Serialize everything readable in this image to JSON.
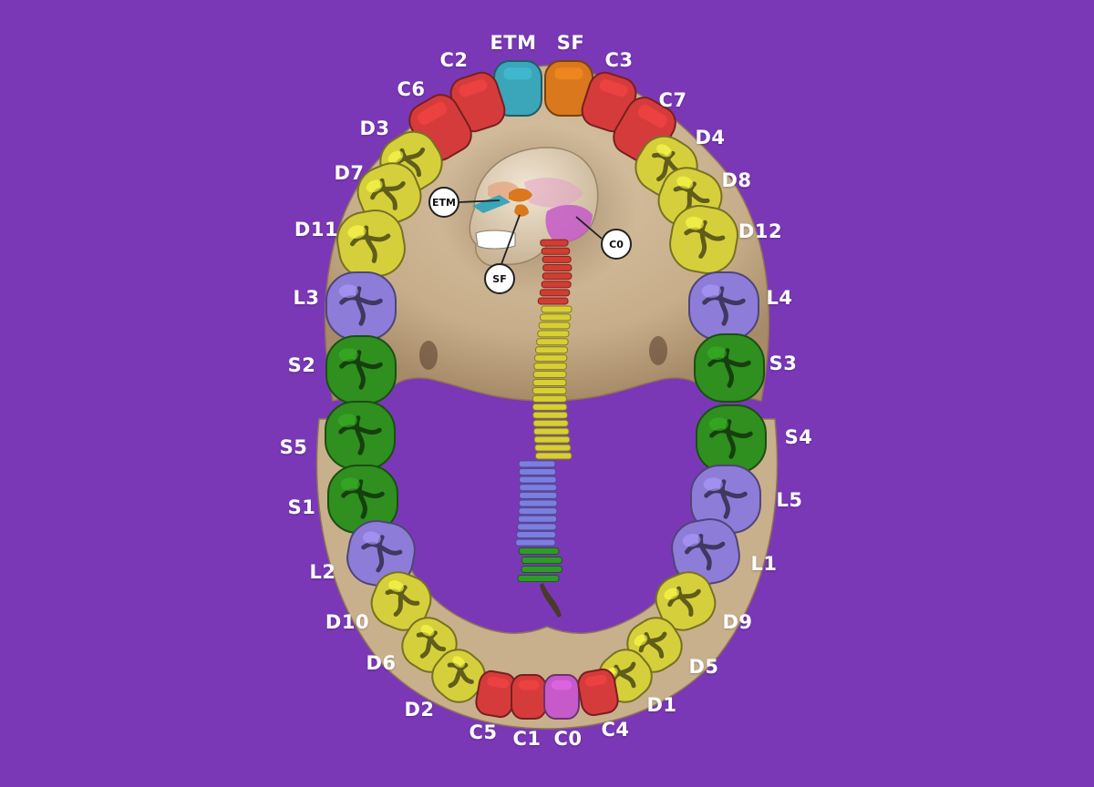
{
  "colors": {
    "background": "#7a38b7",
    "bone": "#cdb697",
    "bone_dark": "#9e8466",
    "red": "#d63b3b",
    "yellow": "#d6cf3c",
    "lavender": "#8d7dd8",
    "green": "#2f8f1f",
    "teal": "#3ba5b9",
    "orange": "#d9781c",
    "magenta": "#c65ac9",
    "spine_red": "#d23c33",
    "spine_yellow": "#d7cf34",
    "spine_blue": "#7d7ee2",
    "spine_green": "#2f9a2a"
  },
  "teeth": [
    {
      "label": "ETM",
      "color": "teal"
    },
    {
      "label": "SF",
      "color": "orange"
    },
    {
      "label": "C2",
      "color": "red"
    },
    {
      "label": "C3",
      "color": "red"
    },
    {
      "label": "C6",
      "color": "red"
    },
    {
      "label": "C7",
      "color": "red"
    },
    {
      "label": "D3",
      "color": "yellow"
    },
    {
      "label": "D4",
      "color": "yellow"
    },
    {
      "label": "D7",
      "color": "yellow"
    },
    {
      "label": "D8",
      "color": "yellow"
    },
    {
      "label": "D11",
      "color": "yellow"
    },
    {
      "label": "D12",
      "color": "yellow"
    },
    {
      "label": "L3",
      "color": "lavender"
    },
    {
      "label": "L4",
      "color": "lavender"
    },
    {
      "label": "S2",
      "color": "green"
    },
    {
      "label": "S3",
      "color": "green"
    },
    {
      "label": "S5",
      "color": "green"
    },
    {
      "label": "S4",
      "color": "green"
    },
    {
      "label": "S1",
      "color": "green"
    },
    {
      "label": "L5",
      "color": "lavender"
    },
    {
      "label": "L2",
      "color": "lavender"
    },
    {
      "label": "L1",
      "color": "lavender"
    },
    {
      "label": "D10",
      "color": "yellow"
    },
    {
      "label": "D9",
      "color": "yellow"
    },
    {
      "label": "D6",
      "color": "yellow"
    },
    {
      "label": "D5",
      "color": "yellow"
    },
    {
      "label": "D2",
      "color": "yellow"
    },
    {
      "label": "D1",
      "color": "yellow"
    },
    {
      "label": "C5",
      "color": "red"
    },
    {
      "label": "C1",
      "color": "red"
    },
    {
      "label": "C0",
      "color": "magenta"
    },
    {
      "label": "C4",
      "color": "red"
    }
  ],
  "callouts": [
    {
      "label": "ETM"
    },
    {
      "label": "SF"
    },
    {
      "label": "C0"
    }
  ]
}
